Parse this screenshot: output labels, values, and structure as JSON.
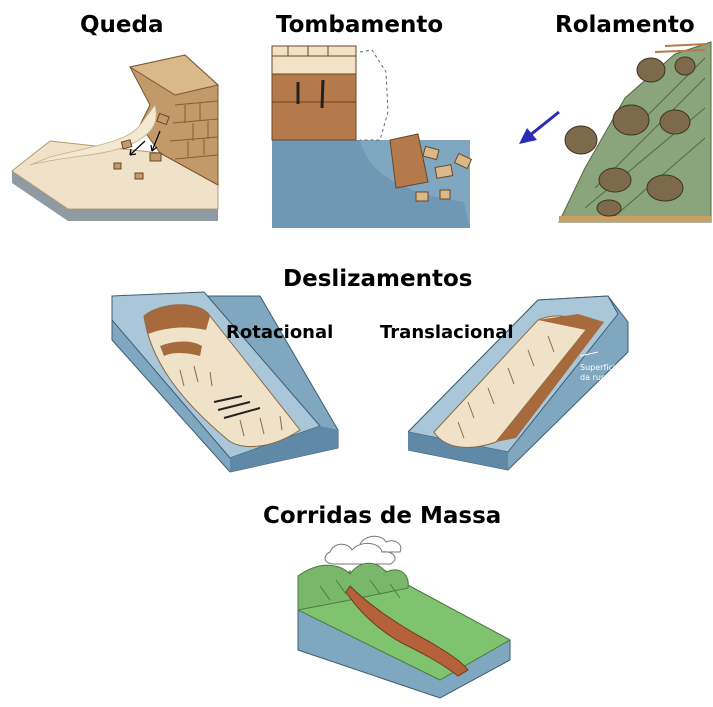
{
  "titles": {
    "queda": "Queda",
    "tombamento": "Tombamento",
    "rolamento": "Rolamento",
    "deslizamentos": "Deslizamentos",
    "rotacional": "Rotacional",
    "translacional": "Translacional",
    "corridas": "Corridas de Massa"
  },
  "annotations": {
    "superficie_line1": "Superfície",
    "superficie_line2": "da ruptura"
  },
  "colors": {
    "water": "#7fa7c0",
    "water_dark": "#5f89a6",
    "rock_brown": "#a66a3c",
    "rock_tan": "#d9b98a",
    "debris_cream": "#efe2c8",
    "base_grey": "#8f9aa2",
    "grass_green": "#7fc36f",
    "slope_green": "#8aa57c",
    "mud_brown": "#b5623a",
    "arrow_blue": "#2b2bb5"
  }
}
